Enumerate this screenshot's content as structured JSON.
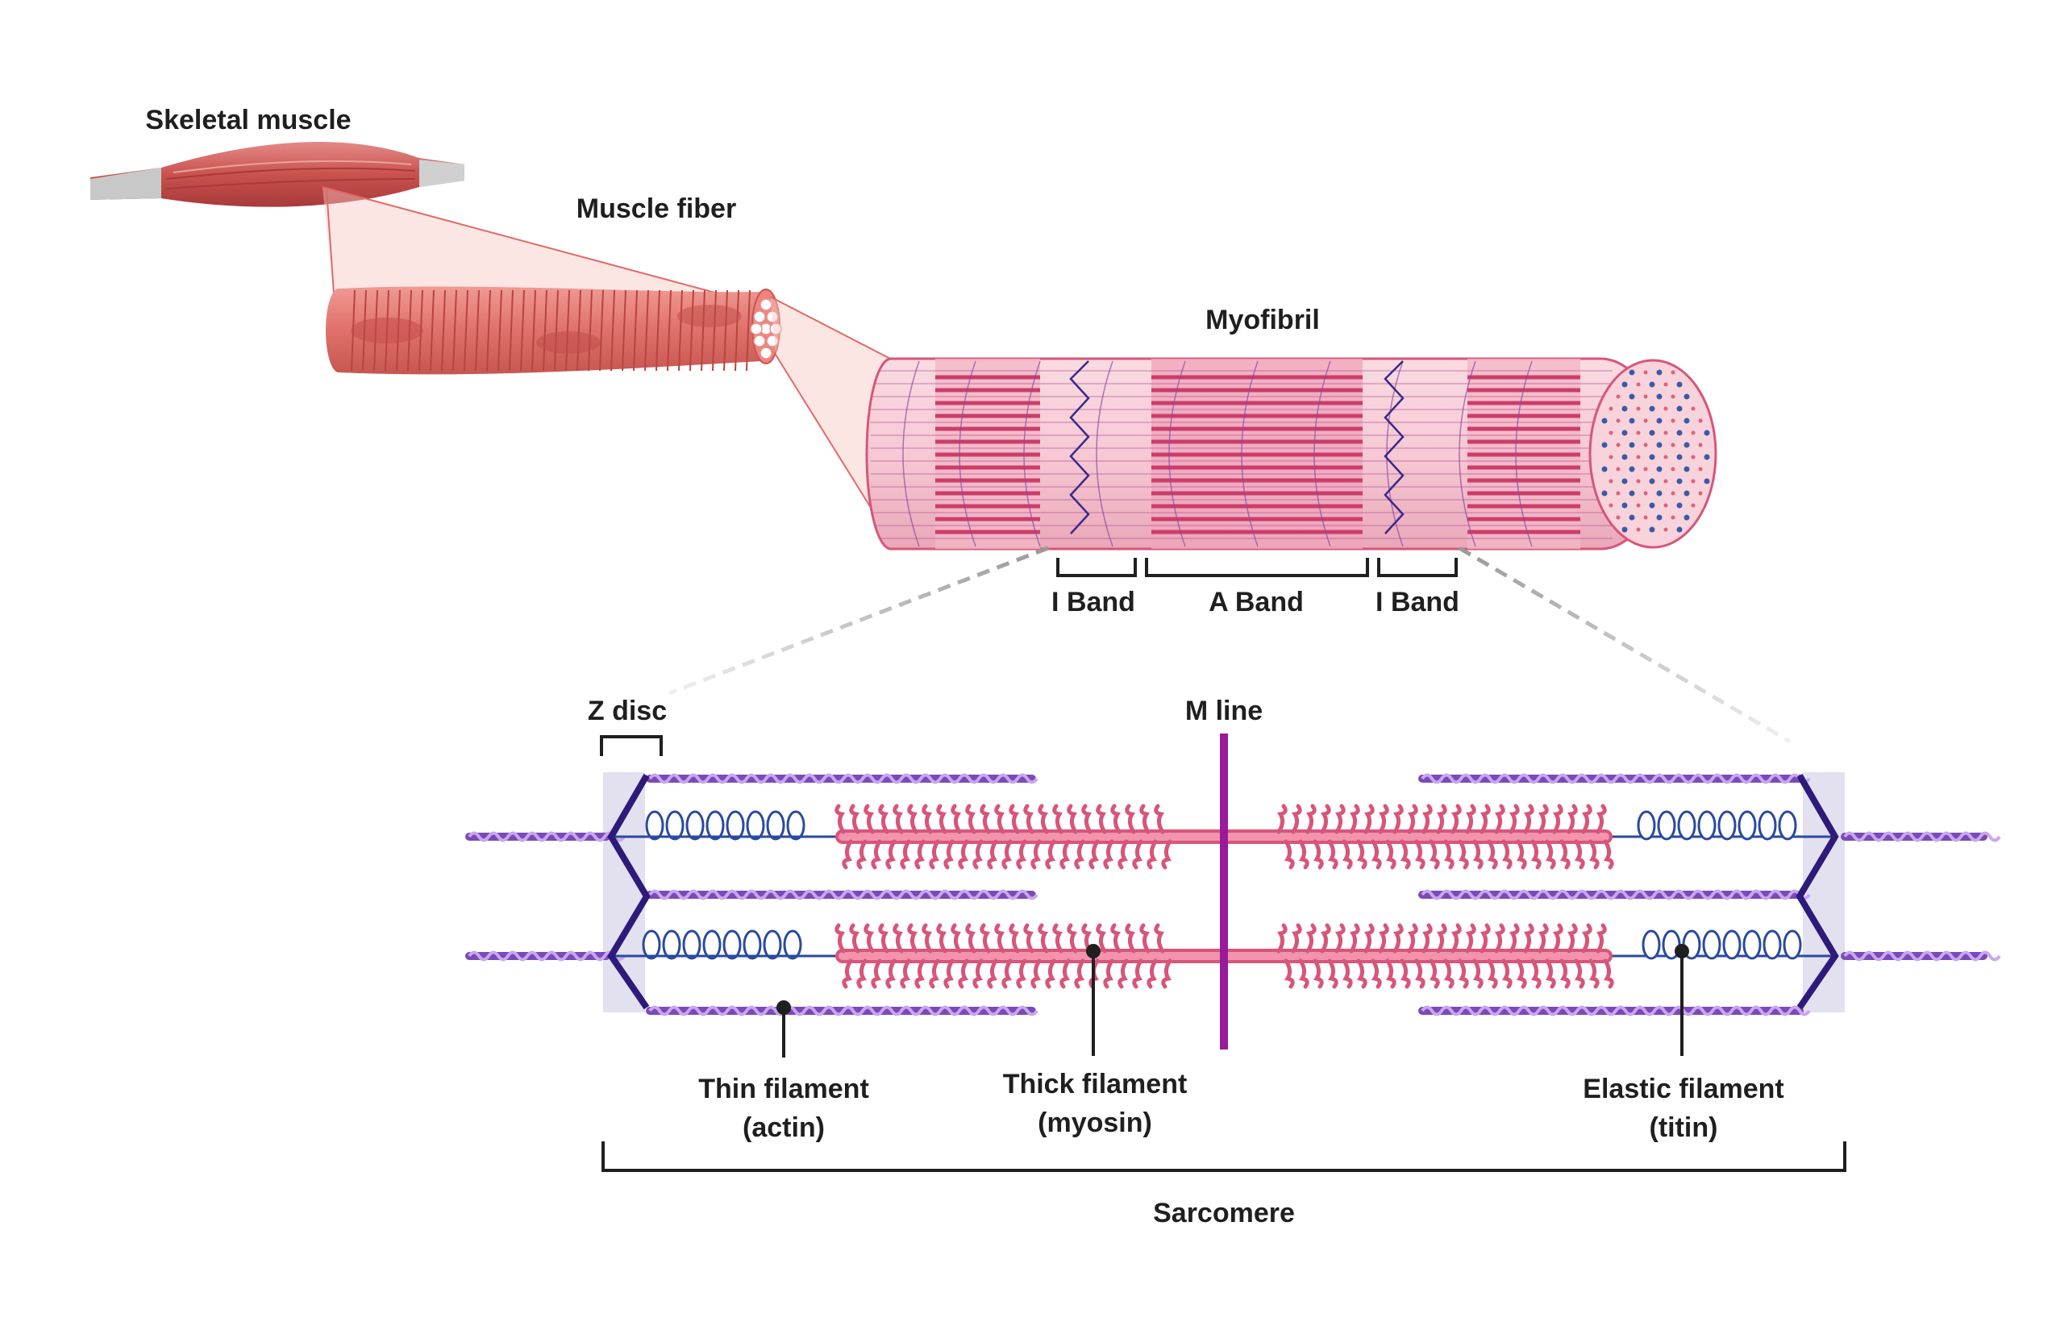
{
  "labels": {
    "skeletal_muscle": "Skeletal muscle",
    "muscle_fiber": "Muscle fiber",
    "myofibril": "Myofibril",
    "i_band_left": "I Band",
    "a_band": "A Band",
    "i_band_right": "I Band",
    "z_disc": "Z disc",
    "m_line": "M line",
    "thin_filament_line1": "Thin filament",
    "thin_filament_line2": "(actin)",
    "thick_filament_line1": "Thick filament",
    "thick_filament_line2": "(myosin)",
    "elastic_filament_line1": "Elastic filament",
    "elastic_filament_line2": "(titin)",
    "sarcomere": "Sarcomere"
  },
  "colors": {
    "muscle": "#c9524f",
    "fiber": "#e0706b",
    "myofibril_light": "#f6c9d4",
    "myofibril_dark": "#cc3d6a",
    "actin": "#9b6bd1",
    "myosin": "#e07590",
    "titin": "#2a4a9e",
    "z_disc": "#2e1a7a",
    "m_line": "#9a1a9a",
    "z_zone": "#e3e0f0",
    "text": "#1f1f1f"
  }
}
